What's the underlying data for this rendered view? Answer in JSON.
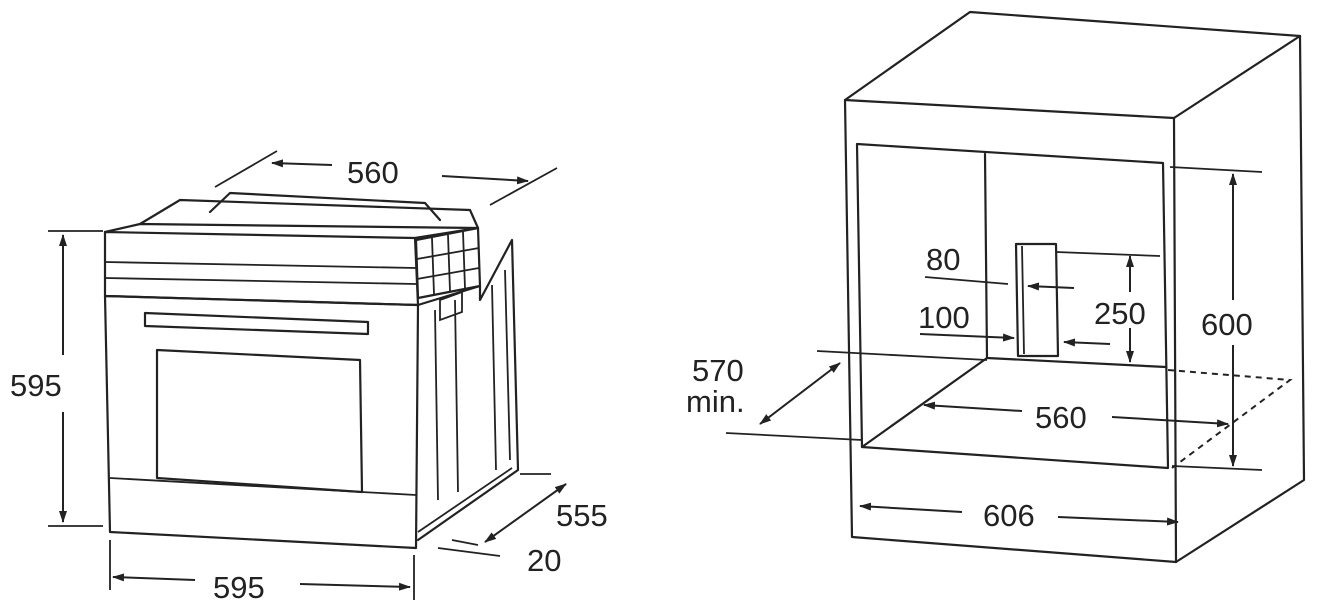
{
  "oven_dimensions": {
    "depth_top": "560",
    "height": "595",
    "width": "595",
    "depth_body": "555",
    "door_offset": "20"
  },
  "cabinet_dimensions": {
    "opening_height_gap": "80",
    "vent_offset": "100",
    "vent_height": "250",
    "niche_height": "600",
    "niche_depth_label": "570",
    "niche_depth_unit": "min.",
    "niche_width": "560",
    "cabinet_width": "606"
  }
}
